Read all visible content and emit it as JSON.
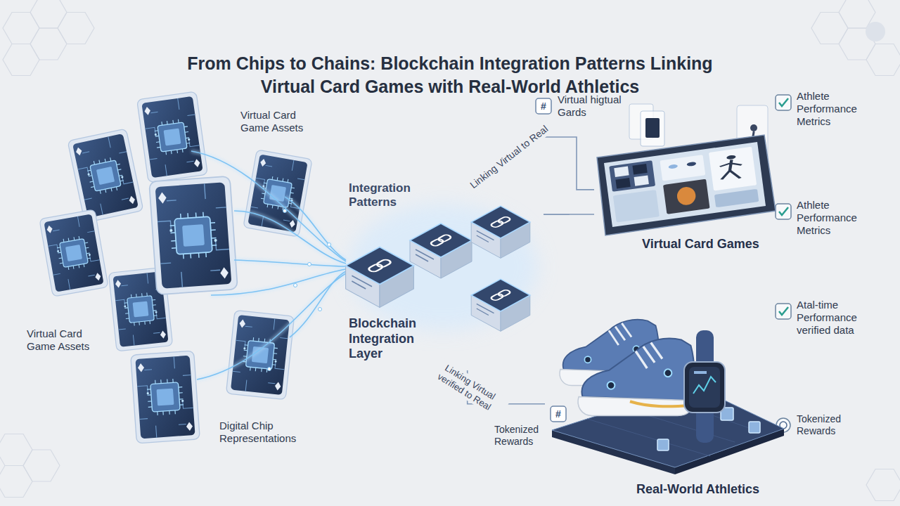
{
  "diagram": {
    "title": "From Chips to Chains: Blockchain Integration Patterns Linking Virtual Card Games with Real-World Athletics",
    "nodes": [
      {
        "text": [
          "Integration Patterns",
          "Blockchain Integration Layer"
        ]
      },
      {
        "text": [
          "Virtual Card Games"
        ]
      },
      {
        "text": [
          "Real-World Athletics"
        ]
      }
    ],
    "edges": [
      {
        "from": 0,
        "to": 1,
        "label": "Linking Virtual to Real",
        "arrow": "none"
      },
      {
        "from": 0,
        "to": 1,
        "arrow": "none"
      },
      {
        "from": 0,
        "to": 2,
        "label": "Linking Virtual verified to Real",
        "arrow": "none"
      }
    ],
    "labels": [
      "Virtual Card Game Assets",
      "Virtual Card Game Assets",
      "Digital Chip Representations",
      "#",
      "Virtual higtual Gards",
      "Athlete Performance Metrics",
      "Athlete Performance Metrics",
      "Atal-time Performance verified data",
      "#",
      "Tokenized Rewards",
      "Tokenized Rewards"
    ]
  }
}
